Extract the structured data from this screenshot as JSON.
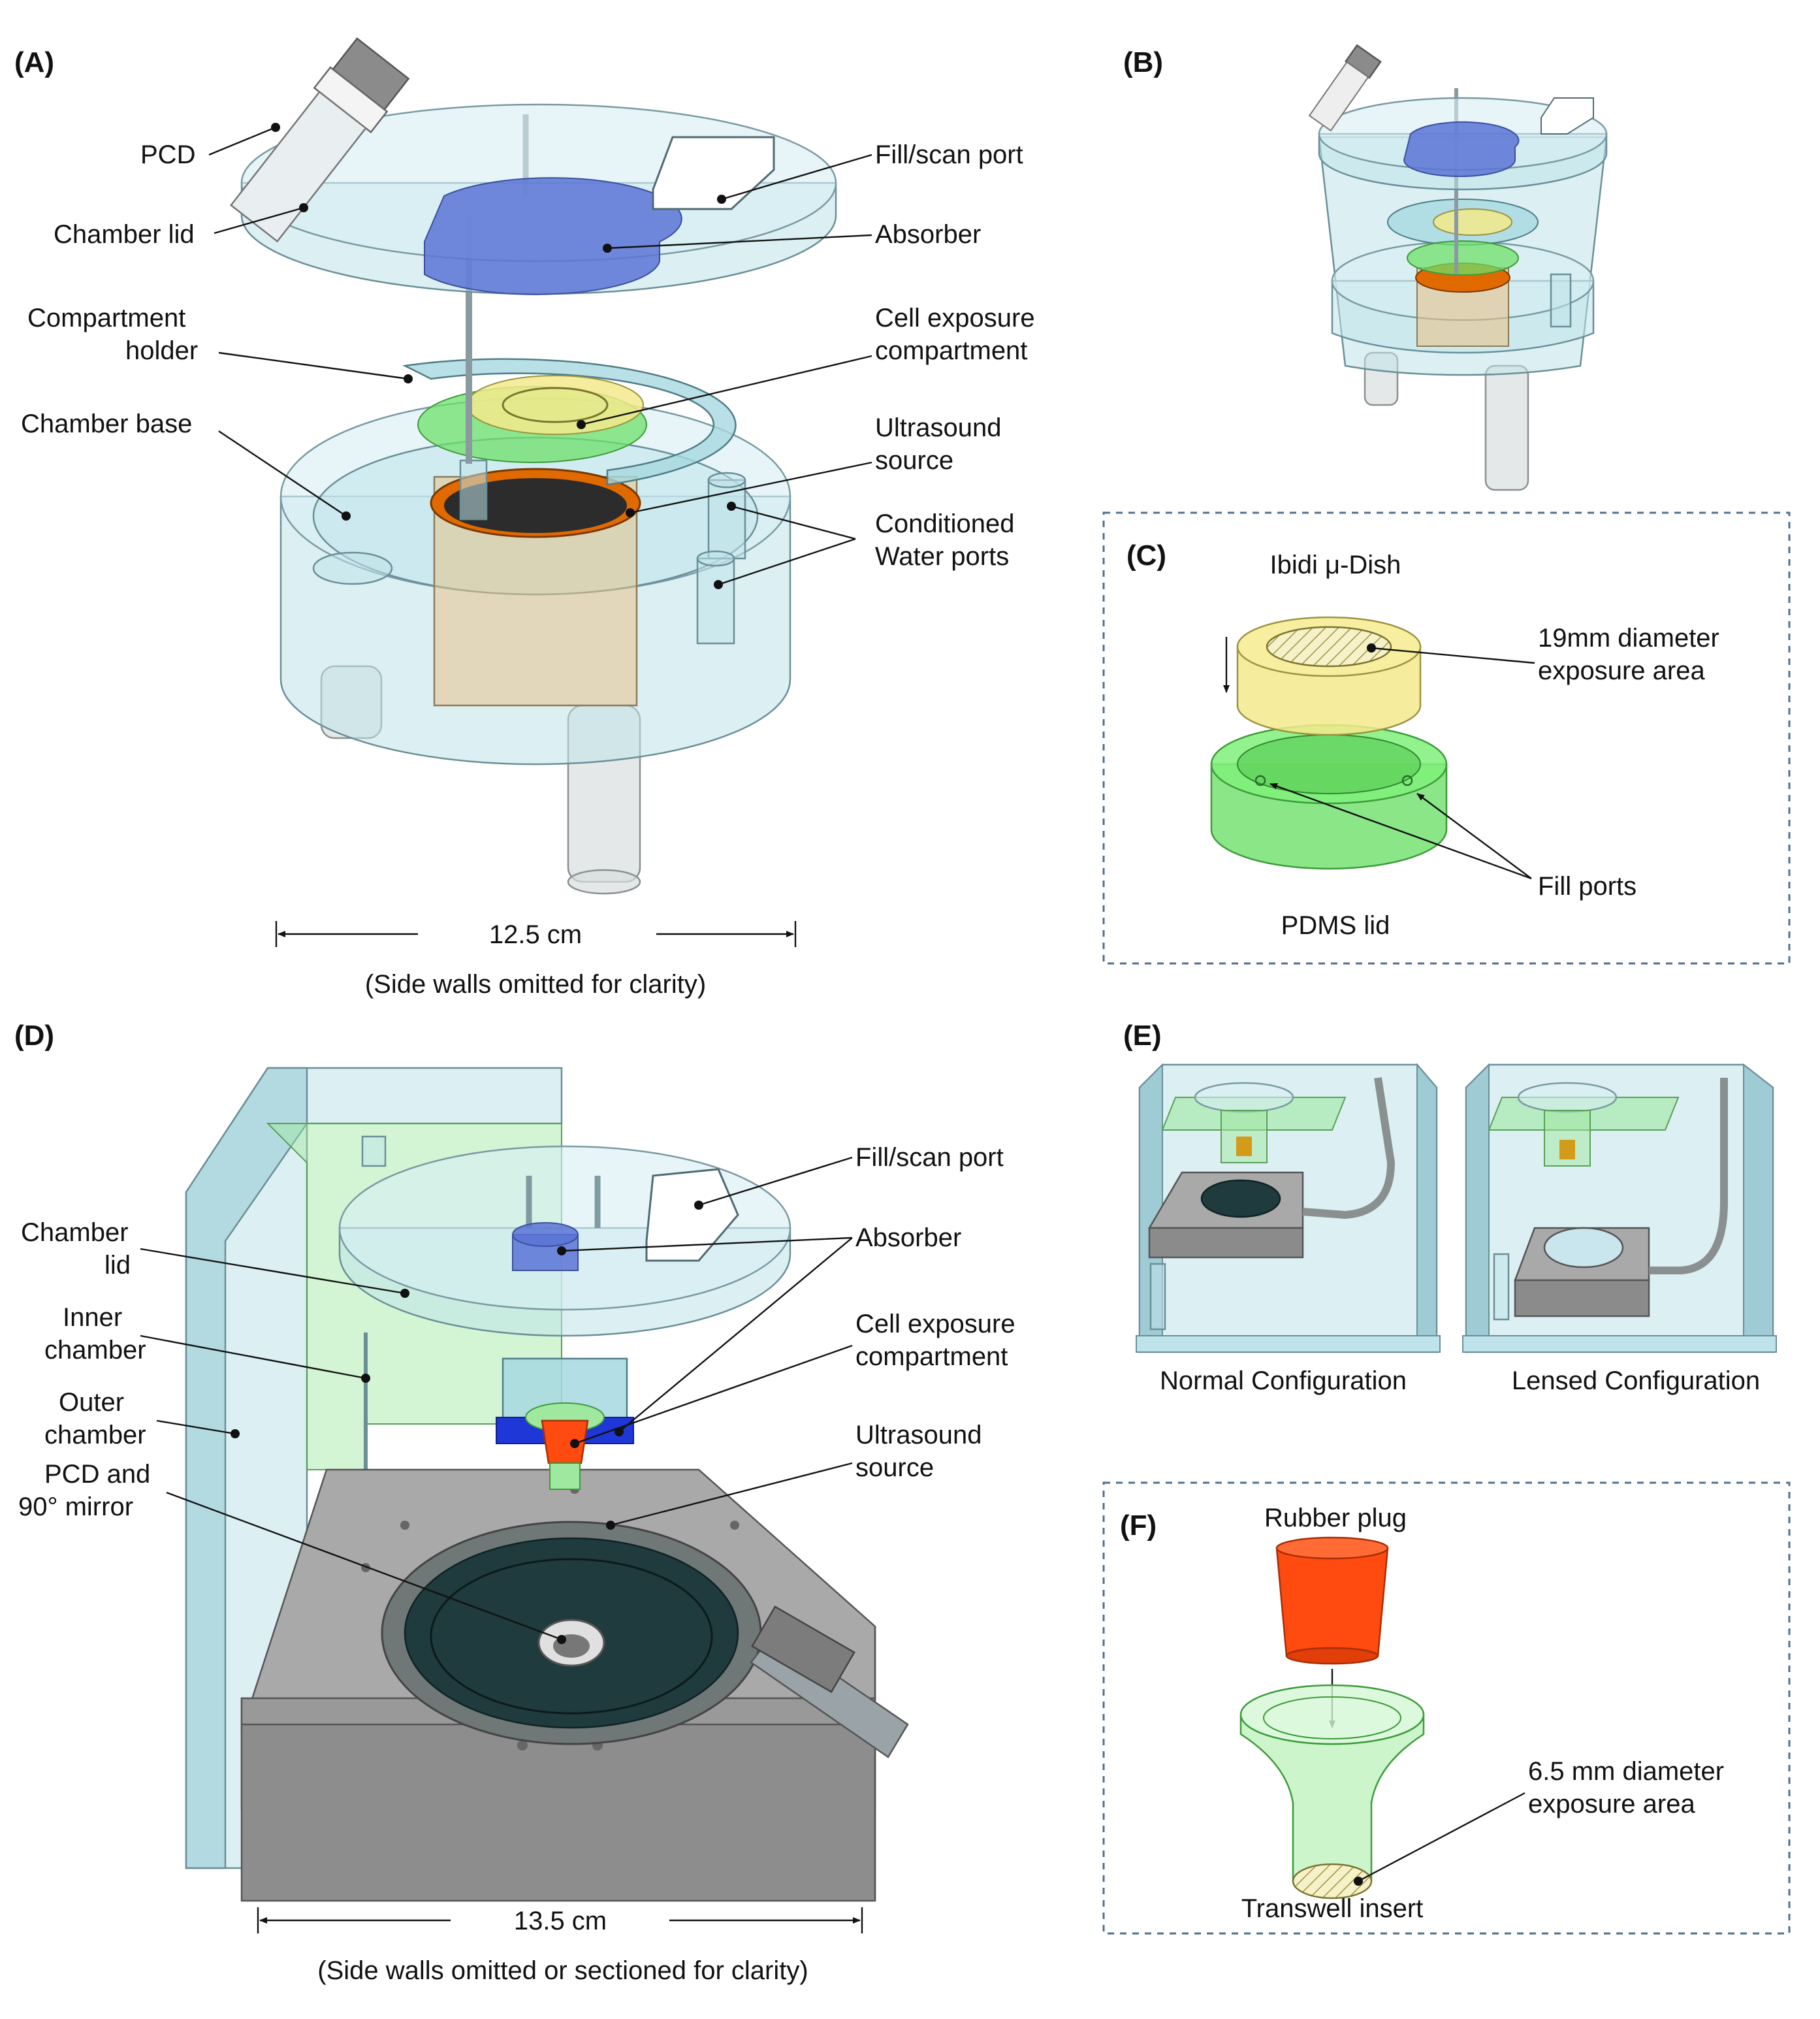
{
  "panels": {
    "a": "(A)",
    "b": "(B)",
    "c": "(C)",
    "d": "(D)",
    "e": "(E)",
    "f": "(F)"
  },
  "panel_a": {
    "pcd": "PCD",
    "chamber_lid": "Chamber lid",
    "compartment_holder_1": "Compartment",
    "compartment_holder_2": "holder",
    "chamber_base": "Chamber base",
    "fill_scan_port": "Fill/scan port",
    "absorber": "Absorber",
    "cell_exposure_1": "Cell exposure",
    "cell_exposure_2": "compartment",
    "ultrasound_1": "Ultrasound",
    "ultrasound_2": "source",
    "water_ports_1": "Conditioned",
    "water_ports_2": "Water ports",
    "dimension": "12.5 cm",
    "note": "(Side walls omitted for clarity)"
  },
  "panel_c": {
    "ibidi": "Ibidi μ-Dish",
    "exposure_1": "19mm diameter",
    "exposure_2": "exposure area",
    "fill_ports": "Fill ports",
    "pdms_lid": "PDMS lid"
  },
  "panel_d": {
    "chamber_lid_1": "Chamber",
    "chamber_lid_2": "lid",
    "inner_chamber_1": "Inner",
    "inner_chamber_2": "chamber",
    "outer_chamber_1": "Outer",
    "outer_chamber_2": "chamber",
    "pcd_mirror_1": "PCD and",
    "pcd_mirror_2": "90° mirror",
    "fill_scan_port": "Fill/scan port",
    "absorber": "Absorber",
    "cell_exposure_1": "Cell exposure",
    "cell_exposure_2": "compartment",
    "ultrasound_1": "Ultrasound",
    "ultrasound_2": "source",
    "dimension": "13.5 cm",
    "note": "(Side walls omitted or sectioned for clarity)"
  },
  "panel_e": {
    "normal": "Normal Configuration",
    "lensed": "Lensed Configuration"
  },
  "panel_f": {
    "rubber_plug": "Rubber plug",
    "exposure_1": "6.5 mm diameter",
    "exposure_2": "exposure area",
    "transwell": "Transwell insert"
  },
  "colors": {
    "glass": "#bfe3ea",
    "absorber": "#5b74d6",
    "holder_green": "#6ee06a",
    "dish_yellow": "#f3ea8c",
    "rubber_orange": "#ff4a10",
    "transducer_dark": "#1f3b3d",
    "dashed_frame": "#4f6f8f"
  }
}
